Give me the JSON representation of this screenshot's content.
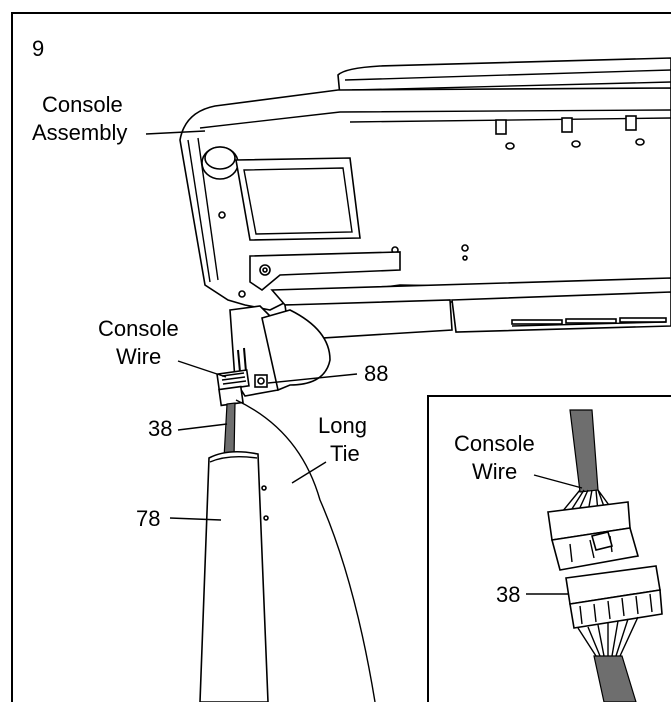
{
  "step": {
    "number": "9"
  },
  "labels": {
    "console_assembly_1": "Console",
    "console_assembly_2": "Assembly",
    "console_wire_1": "Console",
    "console_wire_2": "Wire",
    "part_88": "88",
    "part_38": "38",
    "long_tie_1": "Long",
    "long_tie_2": "Tie",
    "part_78": "78"
  },
  "inset": {
    "console_wire_1": "Console",
    "console_wire_2": "Wire",
    "part_38": "38"
  },
  "colors": {
    "line": "#000000",
    "background": "#ffffff",
    "shade": "#6e6e6e"
  }
}
